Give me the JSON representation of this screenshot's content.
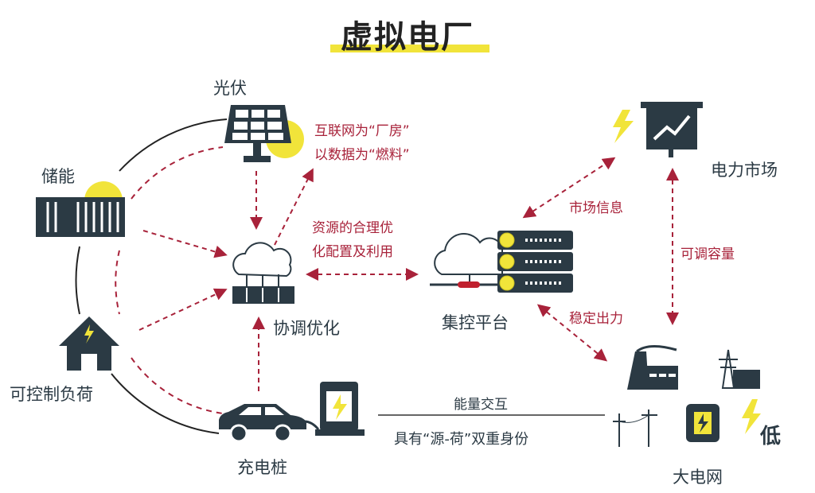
{
  "title": "虚拟电厂",
  "nodes": {
    "solar": "光伏",
    "storage": "储能",
    "load": "可控制负荷",
    "charger": "充电桩",
    "coordination": "协调优化",
    "control_platform": "集控平台",
    "power_market": "电力市场",
    "grid": "大电网",
    "low": "低"
  },
  "annotations": {
    "internet_line1": "互联网为“厂房”",
    "internet_line2": "以数据为“燃料”",
    "resource_line1": "资源的合理优",
    "resource_line2": "化配置及利用",
    "market_info": "市场信息",
    "adjustable_capacity": "可调容量",
    "stable_output": "稳定出力",
    "energy_exchange": "能量交互",
    "dual_identity": "具有“源-荷”双重身份"
  },
  "colors": {
    "dark": "#2b3a44",
    "red": "#a8223a",
    "yellow": "#f1e43a"
  }
}
